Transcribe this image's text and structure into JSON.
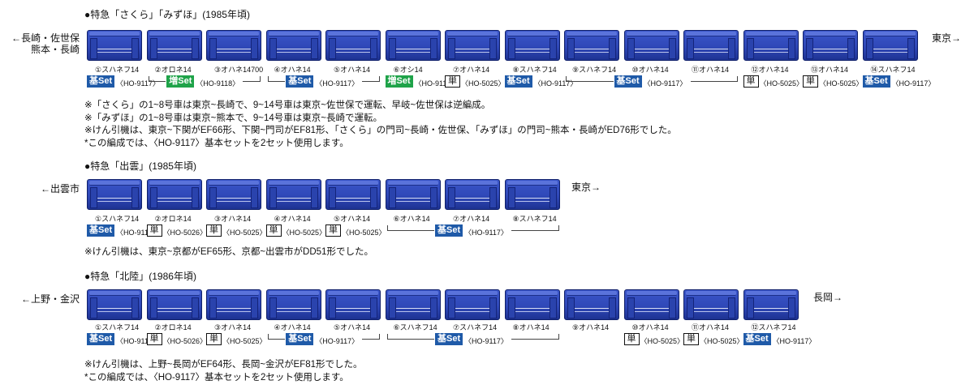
{
  "formations": [
    {
      "title": "●特急「さくら」「みずほ」(1985年頃)",
      "left_dest": [
        "←長崎・佐世保",
        "熊本・長崎"
      ],
      "right_dest": "東京→",
      "cars": [
        "①スハネフ14",
        "②オロネ14",
        "③オハネ14700",
        "④オハネ14",
        "⑤オハネ14",
        "⑥オシ14",
        "⑦オハネ14",
        "⑧スハネフ14",
        "⑨スハネフ14",
        "⑩オハネ14",
        "⑪オハネ14",
        "⑫オハネ14",
        "⑬オハネ14",
        "⑭スハネフ14"
      ],
      "sets": [
        {
          "badge": "基Set",
          "code": "〈HO-9117〉"
        },
        {
          "badge": "増Set",
          "code": "〈HO-9118〉"
        },
        {
          "badge": "基Set",
          "code": "〈HO-9117〉"
        },
        {
          "badge": "増Set",
          "code": "〈HO-9118〉"
        },
        {
          "badge": "単",
          "code": "〈HO-5025〉"
        },
        {
          "badge": "基Set",
          "code": "〈HO-9117〉"
        },
        {
          "badge": "基Set",
          "code": "〈HO-9117〉"
        },
        {
          "badge": "単",
          "code": "〈HO-5025〉"
        },
        {
          "badge": "単",
          "code": "〈HO-5025〉"
        },
        {
          "badge": "基Set",
          "code": "〈HO-9117〉"
        }
      ],
      "notes": [
        "※「さくら」の1~8号車は東京~長崎で、9~14号車は東京~佐世保で運転、早岐~佐世保は逆編成。",
        "※「みずほ」の1~8号車は東京~熊本で、9~14号車は東京~長崎で運転。",
        "※けん引機は、東京~下関がEF66形、下関~門司がEF81形、「さくら」の門司~長崎・佐世保、「みずほ」の門司~熊本・長崎がED76形でした。",
        "*この編成では、〈HO-9117〉基本セットを2セット使用します。"
      ]
    },
    {
      "title": "●特急「出雲」(1985年頃)",
      "left_dest": [
        "←出雲市"
      ],
      "right_dest": "東京→",
      "cars": [
        "①スハネフ14",
        "②オロネ14",
        "③オハネ14",
        "④オハネ14",
        "⑤オハネ14",
        "⑥オハネ14",
        "⑦オハネ14",
        "⑧スハネフ14"
      ],
      "sets": [
        {
          "badge": "基Set",
          "code": "〈HO-9117〉"
        },
        {
          "badge": "単",
          "code": "〈HO-5026〉"
        },
        {
          "badge": "単",
          "code": "〈HO-5025〉"
        },
        {
          "badge": "単",
          "code": "〈HO-5025〉"
        },
        {
          "badge": "単",
          "code": "〈HO-5025〉"
        },
        {
          "badge": "基Set",
          "code": "〈HO-9117〉"
        }
      ],
      "notes": [
        "※けん引機は、東京~京都がEF65形、京都~出雲市がDD51形でした。"
      ]
    },
    {
      "title": "●特急「北陸」(1986年頃)",
      "left_dest": [
        "←上野・金沢"
      ],
      "right_dest": "長岡→",
      "cars": [
        "①スハネフ14",
        "②オロネ14",
        "③オハネ14",
        "④オハネ14",
        "⑤オハネ14",
        "⑥スハネフ14",
        "⑦スハネフ14",
        "⑧オハネ14",
        "⑨オハネ14",
        "⑩オハネ14",
        "⑪オハネ14",
        "⑫スハネフ14"
      ],
      "sets": [
        {
          "badge": "基Set",
          "code": "〈HO-9117〉"
        },
        {
          "badge": "単",
          "code": "〈HO-5026〉"
        },
        {
          "badge": "単",
          "code": "〈HO-5025〉"
        },
        {
          "badge": "基Set",
          "code": "〈HO-9117〉"
        },
        {
          "badge": "基Set",
          "code": "〈HO-9117〉"
        },
        {
          "badge": "単",
          "code": "〈HO-5025〉"
        },
        {
          "badge": "単",
          "code": "〈HO-5025〉"
        },
        {
          "badge": "基Set",
          "code": "〈HO-9117〉"
        }
      ],
      "notes": [
        "※けん引機は、上野~長岡がEF64形、長岡~金沢がEF81形でした。",
        "*この編成では、〈HO-9117〉基本セットを2セット使用します。"
      ]
    }
  ],
  "colors": {
    "car_body": "#2f48b8",
    "kihon_badge": "#1f5aa8",
    "zou_badge": "#1fa349"
  }
}
